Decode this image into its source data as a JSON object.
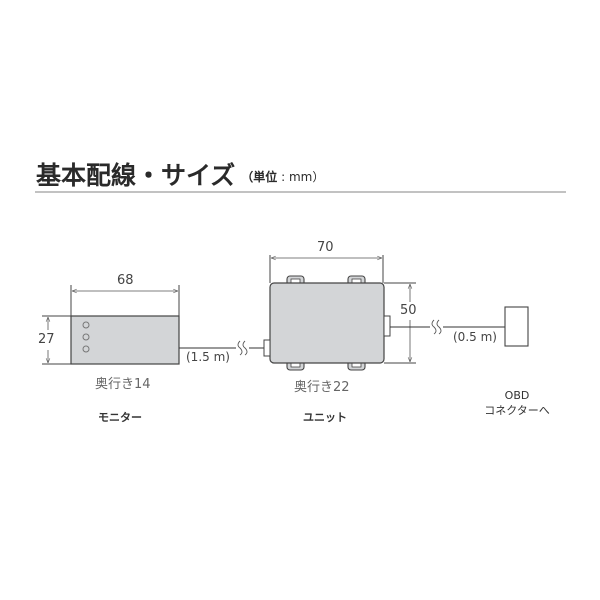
{
  "header": {
    "title": "基本配線・サイズ",
    "unit_prefix": "（単位",
    "unit_sep": " : ",
    "unit_value": "mm）"
  },
  "monitor": {
    "width_label": "68",
    "height_label": "27",
    "depth_label": "奥行き14",
    "name": "モニター",
    "cable_length": "(1.5 m)"
  },
  "unit": {
    "width_label": "70",
    "height_label": "50",
    "depth_label": "奥行き22",
    "name": "ユニット",
    "cable_length": "(0.5 m)"
  },
  "obd": {
    "line1": "OBD",
    "line2": "コネクターへ"
  },
  "colors": {
    "box_fill": "#d3d5d7",
    "box_stroke": "#444444",
    "line": "#333333",
    "rule": "#c2c2c2"
  }
}
